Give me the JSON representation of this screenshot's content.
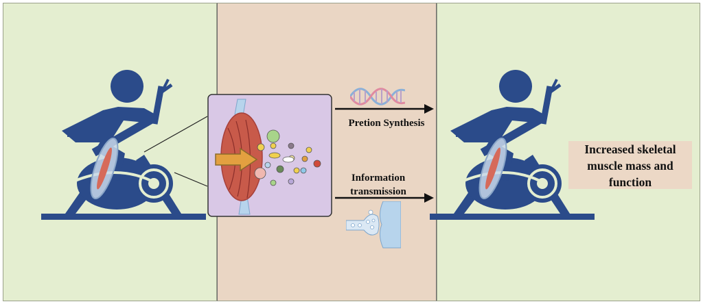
{
  "colors": {
    "left_panel": "#e4eed0",
    "middle_panel": "#ead6c4",
    "right_panel": "#e4eed0",
    "rider": "#2b4b8a",
    "muscle_inset": "#d9c8e6",
    "muscle": "#c85a4a",
    "arrow": "#111111",
    "result_box": "#ecd8c6"
  },
  "icons": [
    "cyclist-on-exercise-bike-icon",
    "muscle-fiber-icon",
    "dna-helix-icon",
    "synapse-icon"
  ],
  "labels": {
    "protein_synthesis": "Pretion Synthesis",
    "information_transmission_line1": "Information",
    "information_transmission_line2": "transmission",
    "result_line1": "Increased skeletal",
    "result_line2": "muscle mass and",
    "result_line3": "function"
  }
}
